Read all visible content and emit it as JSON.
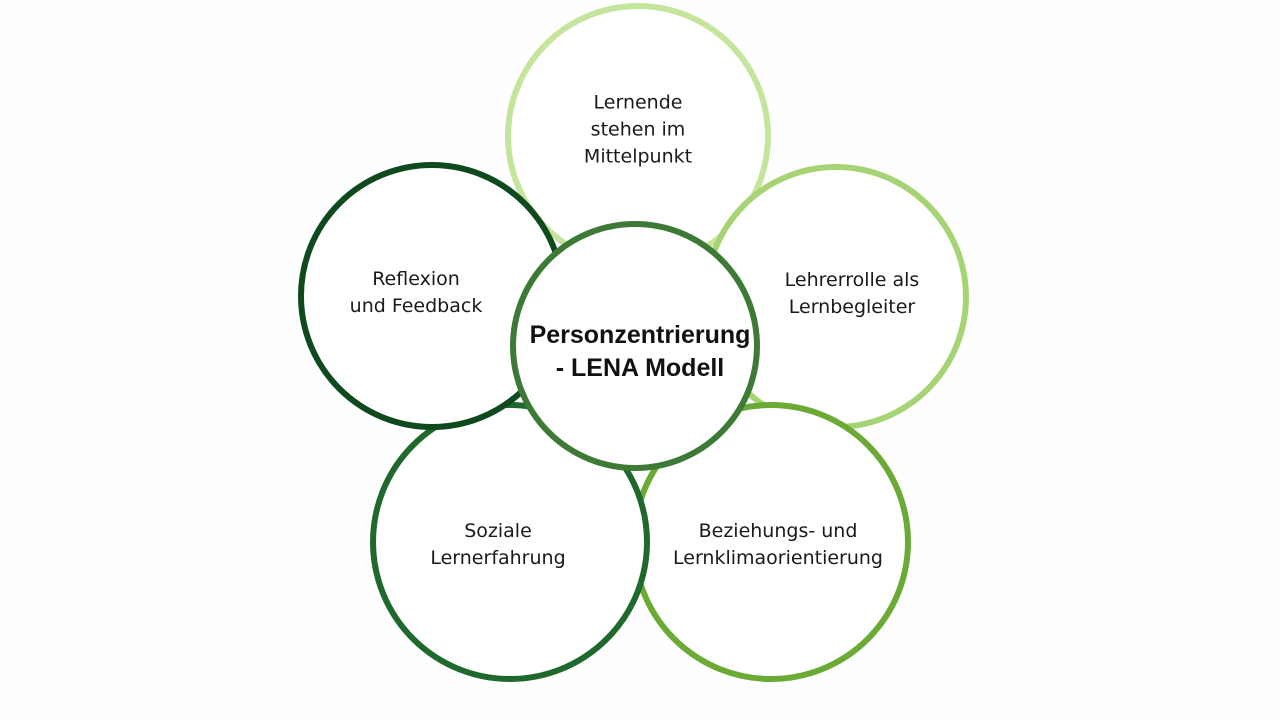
{
  "diagram": {
    "center": {
      "lines": [
        "Personzentrierung",
        "- LENA Modell"
      ],
      "color": "#3d7a36"
    },
    "petals": [
      {
        "lines": [
          "Lernende",
          "stehen im",
          "Mittelpunkt"
        ],
        "color": "#c5e49c"
      },
      {
        "lines": [
          "Lehrerrolle als",
          "Lernbegleiter"
        ],
        "color": "#a6d475"
      },
      {
        "lines": [
          "Beziehungs- und",
          "Lernklimaorientierung"
        ],
        "color": "#6aaa35"
      },
      {
        "lines": [
          "Soziale",
          "Lernerfahrung"
        ],
        "color": "#20692d"
      },
      {
        "lines": [
          "Reflexion",
          "und Feedback"
        ],
        "color": "#0f4a1f"
      }
    ]
  }
}
